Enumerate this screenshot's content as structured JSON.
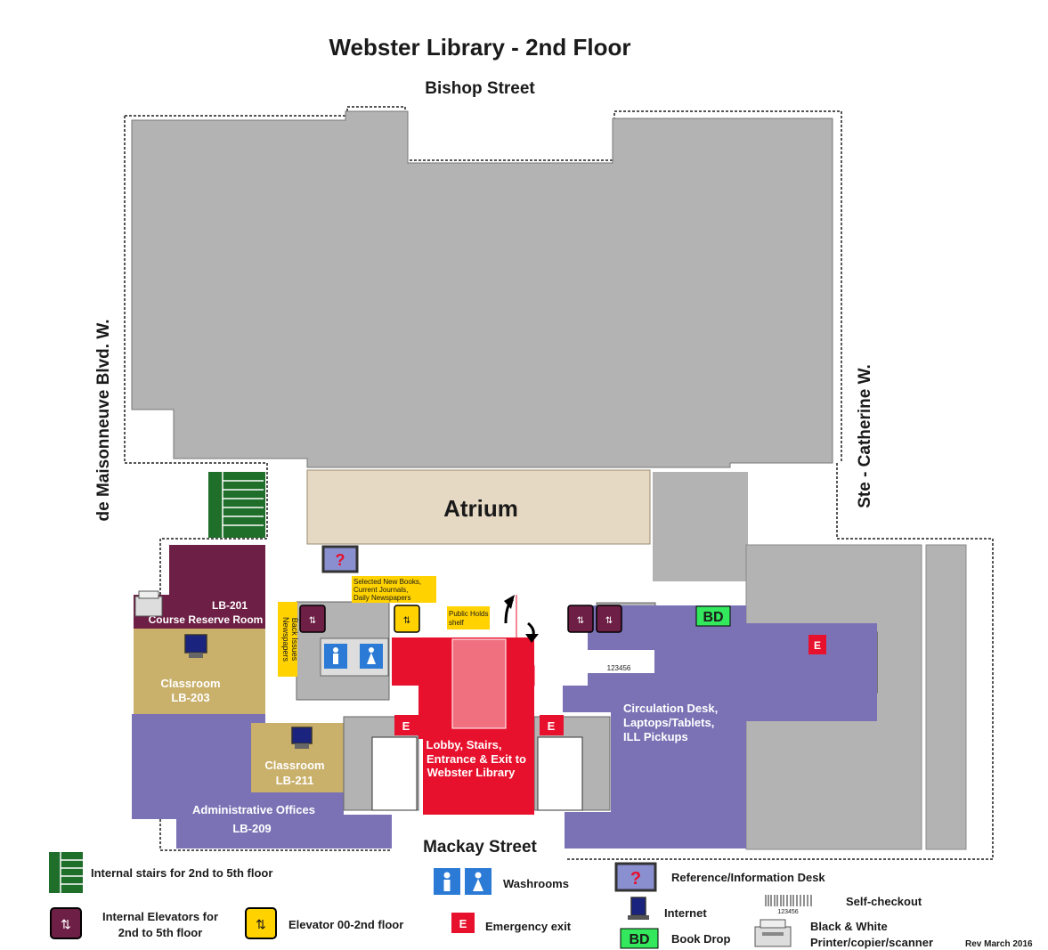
{
  "title": "Webster Library - 2nd Floor",
  "streets": {
    "north": "Bishop Street",
    "south": "Mackay Street",
    "west": "de Maisonneuve Blvd. W.",
    "east": "Ste - Catherine W."
  },
  "rooms": {
    "atrium": "Atrium",
    "lb201_code": "LB-201",
    "lb201_name": "Course Reserve Room",
    "lb203_name": "Classroom",
    "lb203_code": "LB-203",
    "lb211_name": "Classroom",
    "lb211_code": "LB-211",
    "admin_name": "Administrative Offices",
    "admin_code": "LB-209",
    "lobby_l1": "Lobby, Stairs,",
    "lobby_l2": "Entrance & Exit to",
    "lobby_l3": "Webster Library",
    "circ_l1": "Circulation Desk,",
    "circ_l2": "Laptops/Tablets,",
    "circ_l3": "ILL Pickups",
    "new_books_l1": "Selected New Books,",
    "new_books_l2": "Current Journals,",
    "new_books_l3": "Daily Newspapers",
    "newspapers_l1": "Newspapers",
    "newspapers_l2": "Back Issues",
    "holds_l1": "Public Holds",
    "holds_l2": "shelf",
    "exit_mark": "E",
    "bookdrop_mark": "BD",
    "checkout_code": "123456"
  },
  "legend": {
    "stairs": "Internal stairs for 2nd to 5th floor",
    "elevators_l1": "Internal Elevators for",
    "elevators_l2": "2nd to 5th floor",
    "elevator00": "Elevator 00-2nd floor",
    "washrooms": "Washrooms",
    "emergency": "Emergency exit",
    "reference": "Reference/Information Desk",
    "internet": "Internet",
    "bookdrop": "Book Drop",
    "selfcheckout": "Self-checkout",
    "printer_l1": "Black & White",
    "printer_l2": "Printer/copier/scanner",
    "rev": "Rev March 2016"
  },
  "colors": {
    "gray_area": "#b3b3b3",
    "atrium": "#e6d9c3",
    "course_reserve": "#6e1f45",
    "classroom": "#c9b06b",
    "purple_area": "#7b72b5",
    "lobby": "#e8112d",
    "stairs_green": "#1f6e2a",
    "yellow_tag": "#ffd200",
    "bookdrop_green": "#33e85c"
  }
}
